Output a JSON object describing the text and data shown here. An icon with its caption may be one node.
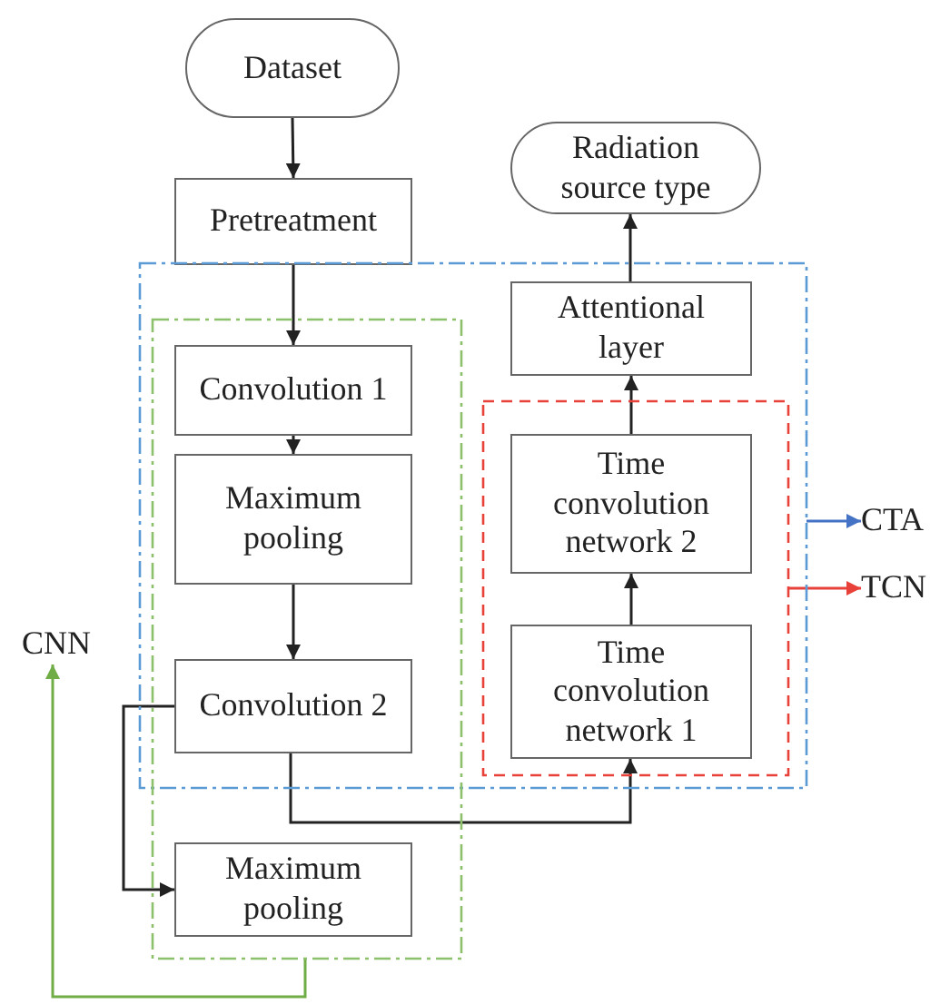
{
  "diagram": {
    "nodes": [
      {
        "text": [
          "Dataset"
        ]
      },
      {
        "text": [
          "Radiation source type"
        ]
      },
      {
        "text": [
          "Pretreatment"
        ]
      },
      {
        "text": [],
        "shape": "box"
      },
      {
        "text": [],
        "shape": "box"
      },
      {
        "text": [
          "Convolution 1"
        ]
      },
      {
        "text": [
          "Maximum pooling"
        ]
      },
      {
        "text": [
          "Convolution 2"
        ]
      },
      {
        "text": [
          "Maximum pooling"
        ],
        "in": 4
      },
      {
        "text": [
          "Attentional layer"
        ],
        "in": 3
      },
      {
        "text": [],
        "shape": "box",
        "in": 3
      },
      {
        "text": [
          "Time convolution network 2"
        ],
        "in": 10
      },
      {
        "text": [
          "Time convolution network 1"
        ],
        "in": 10
      },
      {
        "text": [
          "CTA"
        ]
      },
      {
        "text": [
          "TCN"
        ]
      },
      {
        "text": [
          "CNN"
        ]
      }
    ],
    "edges": [
      {
        "from": 0,
        "to": 2,
        "arrow": "to"
      },
      {
        "from": 2,
        "to": 5,
        "arrow": "to"
      },
      {
        "from": 5,
        "to": 6,
        "arrow": "to"
      },
      {
        "from": 6,
        "to": 7,
        "arrow": "to"
      },
      {
        "from": 7,
        "to": 8,
        "arrow": "to"
      },
      {
        "from": 7,
        "to": 12,
        "arrow": "to"
      },
      {
        "from": 12,
        "to": 11,
        "arrow": "to"
      },
      {
        "from": 11,
        "to": 9,
        "arrow": "to"
      },
      {
        "from": 9,
        "to": 1,
        "arrow": "to"
      },
      {
        "from": 3,
        "to": 13,
        "arrow": "to",
        "color": "#4472c4"
      },
      {
        "from": 10,
        "to": 14,
        "arrow": "to",
        "color": "#e8413a"
      },
      {
        "from": 4,
        "to": 15,
        "arrow": "to",
        "color": "#70ad47"
      }
    ]
  }
}
